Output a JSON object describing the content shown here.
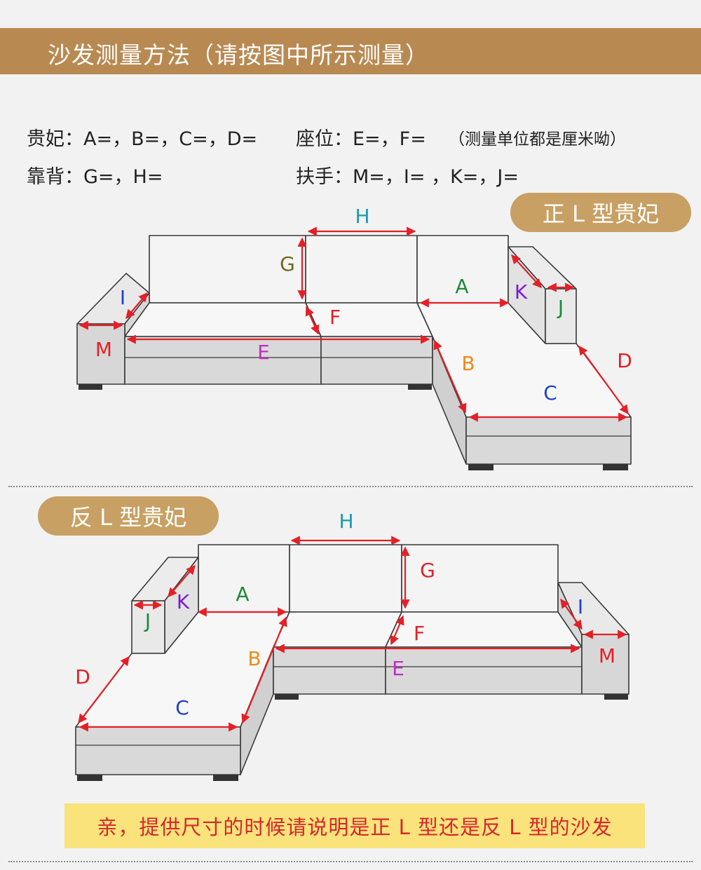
{
  "header": {
    "title": "沙发测量方法（请按图中所示测量）"
  },
  "info": {
    "line1_left": "贵妃：A=，B=，C=，D=",
    "line1_mid": "座位：E=，F=",
    "line1_note": "（测量单位都是厘米呦）",
    "line2_left": "靠背：G=，H=",
    "line2_mid": "扶手：M=，I=  ，K=，J="
  },
  "badges": {
    "top": "正 L 型贵妃",
    "bottom": "反 L 型贵妃"
  },
  "labels": {
    "A": "A",
    "B": "B",
    "C": "C",
    "D": "D",
    "E": "E",
    "F": "F",
    "G": "G",
    "H": "H",
    "I": "I",
    "J": "J",
    "K": "K",
    "M": "M"
  },
  "colors": {
    "header": "#b88a52",
    "badge": "#c8a063",
    "arrow": "#e41f26",
    "label_red": "#e41f26",
    "label_blue": "#1e3fd0",
    "label_teal": "#1a9ab0",
    "label_olive": "#6b6b1a",
    "label_purple": "#7a1fd0",
    "label_green": "#1f8a3a",
    "label_orange": "#f08a1a",
    "label_magenta": "#c22bc9",
    "footer_bg": "#fbe37c",
    "footer_text": "#d8252b"
  },
  "footer": {
    "text": "亲，提供尺寸的时候请说明是正 L 型还是反 L 型的沙发"
  }
}
